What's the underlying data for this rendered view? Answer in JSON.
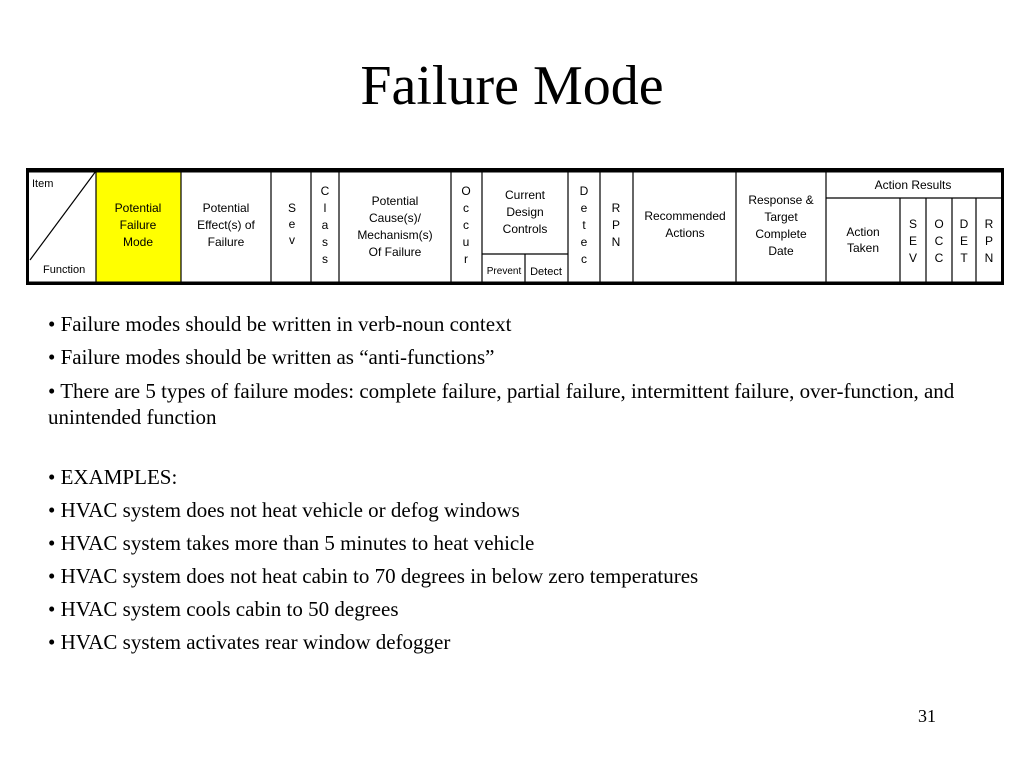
{
  "slide": {
    "title": "Failure Mode",
    "page_number": "31"
  },
  "fmea_header": {
    "item_label": "Item",
    "function_label": "Function",
    "highlight_color": "#ffff00",
    "columns": {
      "potential_failure_mode": [
        "Potential",
        "Failure",
        "Mode"
      ],
      "potential_effects": [
        "Potential",
        "Effect(s) of",
        "Failure"
      ],
      "sev": [
        "S",
        "e",
        "v"
      ],
      "class": [
        "C",
        "l",
        "a",
        "s",
        "s"
      ],
      "potential_causes": [
        "Potential",
        "Cause(s)/",
        "Mechanism(s)",
        "Of Failure"
      ],
      "occur": [
        "O",
        "c",
        "c",
        "u",
        "r"
      ],
      "current_design_controls": [
        "Current",
        "Design",
        "Controls"
      ],
      "prevent": "Prevent",
      "detect": "Detect",
      "detec": [
        "D",
        "e",
        "t",
        "e",
        "c"
      ],
      "rpn": [
        "R",
        "P",
        "N"
      ],
      "recommended_actions": [
        "Recommended",
        "Actions"
      ],
      "response_target_date": [
        "Response &",
        "Target",
        "Complete",
        "Date"
      ],
      "action_results": "Action Results",
      "action_taken": [
        "Action",
        "Taken"
      ],
      "result_sev": [
        "S",
        "E",
        "V"
      ],
      "result_occ": [
        "O",
        "C",
        "C"
      ],
      "result_det": [
        "D",
        "E",
        "T"
      ],
      "result_rpn": [
        "R",
        "P",
        "N"
      ]
    }
  },
  "bullets": [
    "•   Failure modes should be written in verb-noun context",
    "•   Failure modes should be written as “anti-functions”",
    "•   There are 5 types of failure modes: complete failure, partial failure,    intermittent failure, over-function, and unintended function",
    "•   EXAMPLES:",
    "•   HVAC system does not heat vehicle or defog windows",
    "•    HVAC system takes more than 5 minutes to heat vehicle",
    "•   HVAC system does not heat cabin to 70 degrees in below zero temperatures",
    "•   HVAC system cools cabin to 50 degrees",
    "•   HVAC system activates rear window defogger"
  ]
}
